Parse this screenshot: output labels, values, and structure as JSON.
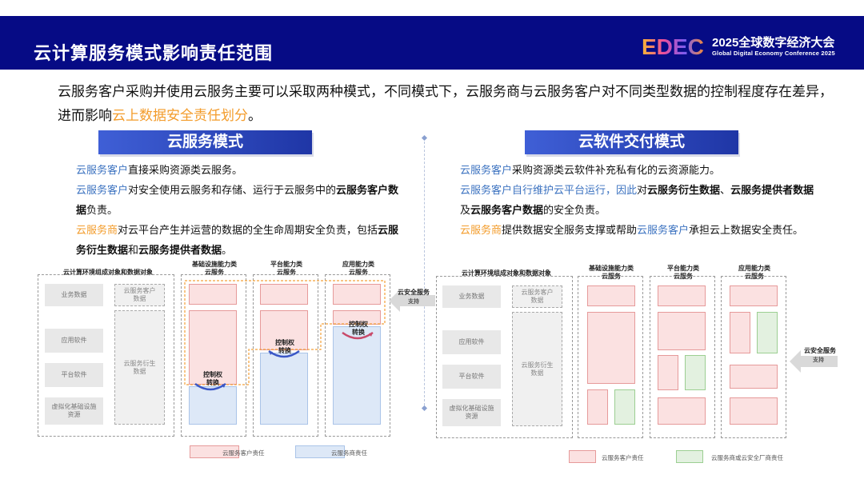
{
  "header": {
    "title": "云计算服务模式影响责任范围",
    "logo_text": "EDEC",
    "conference_title": "2025全球数字经济大会",
    "conference_subtitle": "Global Digital Economy Conference 2025"
  },
  "intro": {
    "part1": "云服务客户采购并使用云服务主要可以采取两种模式，不同模式下，云服务商与云服务客户对不同类型数据的控制程度存在差异，进而影响",
    "highlight": "云上数据安全责任划分",
    "part2": "。"
  },
  "left": {
    "banner": "云服务模式",
    "p1": {
      "a": "云服务客户",
      "b": "直接采购资源类云服务。"
    },
    "p2": {
      "a": "云服务客户",
      "b": "对安全使用云服务和存储、运行于云服务中的",
      "c": "云服务客户数据",
      "d": "负责。"
    },
    "p3": {
      "a": "云服务商",
      "b": "对云平台产生并运营的数据的全生命周期安全负责，包括",
      "c": "云服务衍生数据",
      "d": "和",
      "e": "云服务提供者数据",
      "f": "。"
    },
    "diagram": {
      "col1_title": "云计算环境组成对象和数据对象",
      "col2_title": "基础设施能力类\n云服务",
      "col3_title": "平台能力类\n云服务",
      "col4_title": "应用能力类\n云服务",
      "row_labels": [
        "业务数据",
        "应用软件",
        "平台软件",
        "虚拟化基础设施\n资源"
      ],
      "data_labels": [
        "云服务客户\n数据",
        "云服务衍生\n数据"
      ],
      "control_label": "控制权\n转换",
      "arrow_title": "云安全服务",
      "arrow_sub": "支持",
      "legend_pink": "云服务客户责任",
      "legend_blue": "云服务商责任"
    }
  },
  "right": {
    "banner": "云软件交付模式",
    "p1": {
      "a": "云服务客户",
      "b": "采购资源类云软件补充私有化的云资源能力。"
    },
    "p2": {
      "a": "云服务客户自行维护云平台运行，因此",
      "b": "对",
      "c": "云服务衍生数据",
      "d": "、",
      "e": "云服务提供者数据",
      "f": "及",
      "g": "云服务客户数据",
      "h": "的安全负责。"
    },
    "p3": {
      "a": "云服务商",
      "b": "提供数据安全服务支撑或帮助",
      "c": "云服务客户",
      "d": "承担云上数据安全责任。"
    },
    "diagram": {
      "col1_title": "云计算环境组成对象和数据对象",
      "col2_title": "基础设施能力类\n云服务",
      "col3_title": "平台能力类\n云服务",
      "col4_title": "应用能力类\n云服务",
      "row_labels": [
        "业务数据",
        "应用软件",
        "平台软件",
        "虚拟化基础设施\n资源"
      ],
      "data_labels": [
        "云服务客户\n数据",
        "云服务衍生\n数据"
      ],
      "arrow_title": "云安全服务",
      "arrow_sub": "支持",
      "legend_pink": "云服务客户责任",
      "legend_green": "云服务商或云安全厂商责任"
    }
  },
  "colors": {
    "header_bg": "#060b85",
    "accent_orange": "#f39c2b",
    "accent_blue": "#3b72c0",
    "customer_pink": "#fbe1e1",
    "provider_blue": "#dde8f7",
    "vendor_green": "#e3f1e0"
  }
}
